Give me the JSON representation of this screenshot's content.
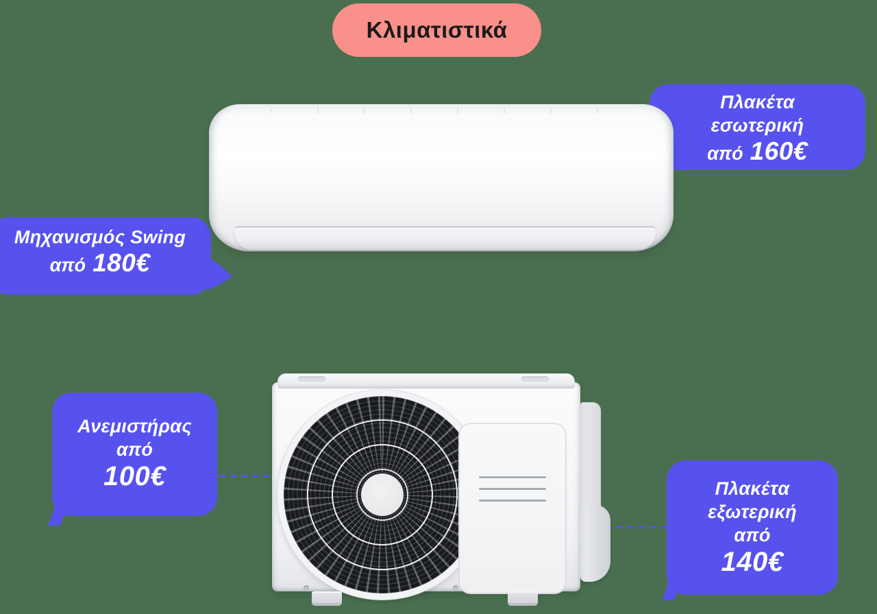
{
  "colors": {
    "background": "#4A6F50",
    "accent_blue": "#5752EE",
    "badge_pink": "#F9908A",
    "badge_text": "#1A1A1A",
    "callout_text": "#FFFFFF"
  },
  "title": "Κλιματιστικά",
  "callouts": {
    "indoor_board": {
      "line1": "Πλακέτα",
      "line2": "εσωτερική",
      "price_prefix": "από",
      "price": "160€"
    },
    "swing": {
      "line1": "Μηχανισμός Swing",
      "price_prefix": "από",
      "price": "180€"
    },
    "fan": {
      "line1": "Ανεμιστήρας",
      "line2": "από",
      "price": "100€"
    },
    "outdoor_board": {
      "line1": "Πλακέτα",
      "line2": "εξωτερική",
      "line3": "από",
      "price": "140€"
    }
  }
}
